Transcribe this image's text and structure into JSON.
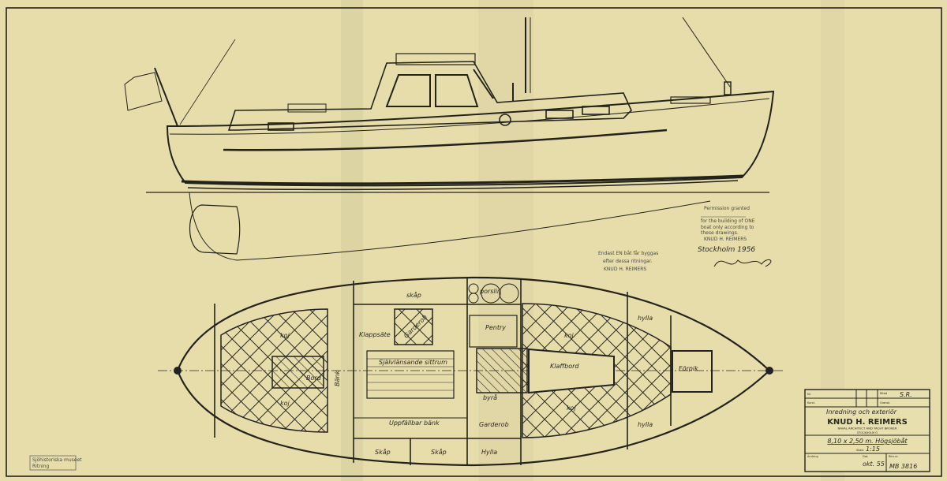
{
  "drawing": {
    "plan_labels": {
      "skap_top": "skåp",
      "porslin": "porslin",
      "klappsate": "Klappsäte",
      "garderob_top": "Garderob",
      "pentry": "Pentry",
      "sjalvlansande": "Självlänsande sittrum",
      "klaffbord": "Klaffbord",
      "kaj_fwd_port": "koj",
      "kaj_fwd_stbd": "koj",
      "kaj_aft_port": "koj",
      "kaj_aft_stbd": "koj",
      "bank": "Bänk",
      "bord": "Bord",
      "hylla_port": "hylla",
      "hylla_stbd": "hylla",
      "forpik": "Förpik",
      "byra": "byrå",
      "uppfallbar_bank": "Uppfällbar bänk",
      "garderob": "Garderob",
      "skap_1": "Skåp",
      "skap_2": "Skåp",
      "hylla_bottom": "Hylla"
    },
    "stamp_swedish": [
      "Endast EN båt får byggas",
      "efter dessa ritningar.",
      "KNUD H. REIMERS"
    ],
    "stamp_english": [
      "Permission granted",
      "for the building of ONE",
      "boat only according to",
      "these drawings.",
      "KNUD H. REIMERS"
    ],
    "signature_place_year": "Stockholm 1956",
    "archive_stamp": [
      "Sjöhistoriska museet",
      "Ritning"
    ]
  },
  "title_block": {
    "field_nr": "Nr.",
    "field_kund": "Kund.",
    "field_ritad": "Ritad",
    "ritad_value": "S.R.",
    "field_granskad": "Gransk.",
    "title": "Inredning och exteriör",
    "firm": "KNUD H. REIMERS",
    "firm_sub": "NAVAL ARCHITECT AND YACHT BROKER",
    "city": "STOCKHOLM Ö",
    "boat": "8,10 x 2,50 m. Högsjöbåt",
    "scale_label": "Skala",
    "scale": "1:15",
    "andring_label": "Ändring",
    "date_label": "Dat.",
    "date": "okt. 55",
    "drawing_no_label": "Ritn.nr.",
    "drawing_no": "MB 3816"
  }
}
